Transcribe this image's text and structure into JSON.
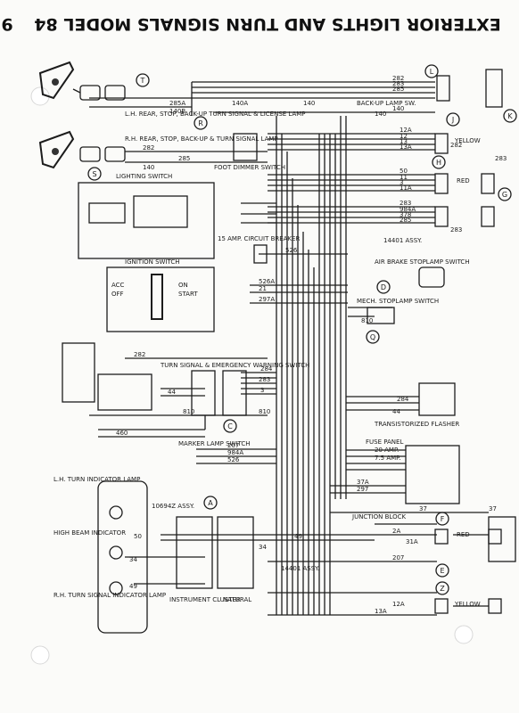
{
  "page": {
    "title": "EXTERIOR LIGHTS AND TURN SIGNALS MODEL 84",
    "page_number": "9"
  },
  "components": {
    "lamp_lh_rear": "L.H. REAR, STOP, BACK-UP TURN SIGNAL & LICENSE LAMP",
    "lamp_rh_rear": "R.H. REAR, STOP, BACK-UP & TURN SIGNAL LAMP",
    "backup_lamp_sw": "BACK-UP LAMP SW.",
    "foot_dimmer": "FOOT DIMMER SWITCH",
    "lighting_switch": "LIGHTING SWITCH",
    "circuit_breaker": "15 AMP. CIRCUIT BREAKER",
    "ignition_switch": "IGNITION SWITCH",
    "turn_emergency": "TURN SIGNAL & EMERGENCY WARNING SWITCH",
    "air_brake_sw": "AIR BRAKE STOPLAMP SWITCH",
    "mech_stoplamp": "MECH. STOPLAMP SWITCH",
    "flasher": "TRANSISTORIZED FLASHER",
    "fuse_panel": "FUSE PANEL",
    "fuse_20": "20 AMP.",
    "fuse_7_5": "7.5 AMP.",
    "marker_switch": "MARKER LAMP SWITCH",
    "junction_block": "JUNCTION BLOCK",
    "lh_indicator": "L.H. TURN INDICATOR LAMP",
    "high_beam": "HIGH BEAM INDICATOR",
    "rh_indicator": "R.H. TURN SIGNAL INDICATOR LAMP",
    "cluster": "INSTRUMENT CLUSTER",
    "natural": "NATURAL",
    "assy_14401_top": "14401 ASSY.",
    "assy_14401_bot": "14401 ASSY.",
    "assy_10694": "10694Z ASSY.",
    "ign_labels": [
      "ACC",
      "OFF",
      "ON",
      "START"
    ]
  },
  "wire_labels": {
    "w282_top": "282",
    "w283_top": "283",
    "w285_top": "285",
    "w140_top": "140",
    "w285A": "285A",
    "w140B": "140B",
    "w140A": "140A",
    "w140_mid": "140",
    "w140_r": "140",
    "w282_lamp": "282",
    "w285_lamp": "285",
    "w140_lamp": "140",
    "w12A": "12A",
    "w12": "12",
    "w13": "13",
    "w13A": "13A",
    "w282_j": "282",
    "w283_h": "283",
    "w50": "50",
    "w11": "11",
    "w3": "3",
    "w11A": "11A",
    "w283": "283",
    "w984A": "984A",
    "w378": "378",
    "w285": "285",
    "w283_b": "283",
    "w526": "526",
    "w526A": "526A",
    "w21": "21",
    "w297A": "297A",
    "w282": "282",
    "w810": "810",
    "w810_b": "810",
    "w460": "460",
    "w44": "44",
    "w44_f": "44",
    "w283_t": "283",
    "w284": "284",
    "w284_f": "284",
    "w3_t": "3",
    "w810_c": "810",
    "w207": "207",
    "w984A_m": "984A",
    "w526_m": "526",
    "w37A": "37A",
    "w297": "297",
    "w37": "37",
    "w2A": "2A",
    "w49": "49",
    "w50_c": "50",
    "w34": "34",
    "w34_c": "34",
    "w49_c": "49",
    "w13A_b": "13A",
    "w12A_b": "12A",
    "w207_b": "207",
    "w31A": "31A",
    "w37_r": "37"
  },
  "connectors": [
    "L",
    "T",
    "K",
    "J",
    "R",
    "S",
    "H",
    "G",
    "D",
    "Q",
    "C",
    "A",
    "F",
    "E",
    "Z"
  ],
  "colors": {
    "yellow": "YELLOW",
    "red": "RED",
    "yellow_b": "YELLOW",
    "red_b": "RED"
  }
}
